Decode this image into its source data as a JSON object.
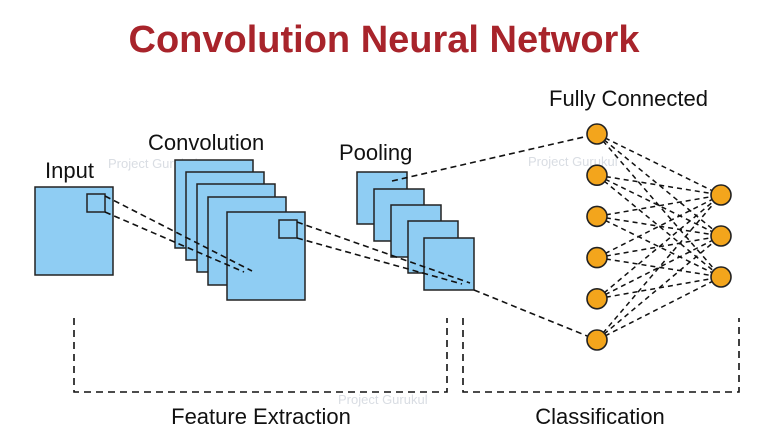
{
  "title": "Convolution Neural Network",
  "labels": {
    "input": "Input",
    "convolution": "Convolution",
    "pooling": "Pooling",
    "fully_connected": "Fully Connected",
    "feature_extraction": "Feature Extraction",
    "classification": "Classification"
  },
  "watermark": "Project Gurukul",
  "colors": {
    "title": "#a8242b",
    "feature_map_fill": "#8fcdf3",
    "feature_map_stroke": "#222222",
    "neuron_fill": "#f3a51c",
    "neuron_stroke": "#222222",
    "line": "#111111"
  },
  "structure": {
    "convolution_maps": 5,
    "pooling_maps": 5,
    "fc_layer1_neurons": 6,
    "fc_layer2_neurons": 3
  }
}
